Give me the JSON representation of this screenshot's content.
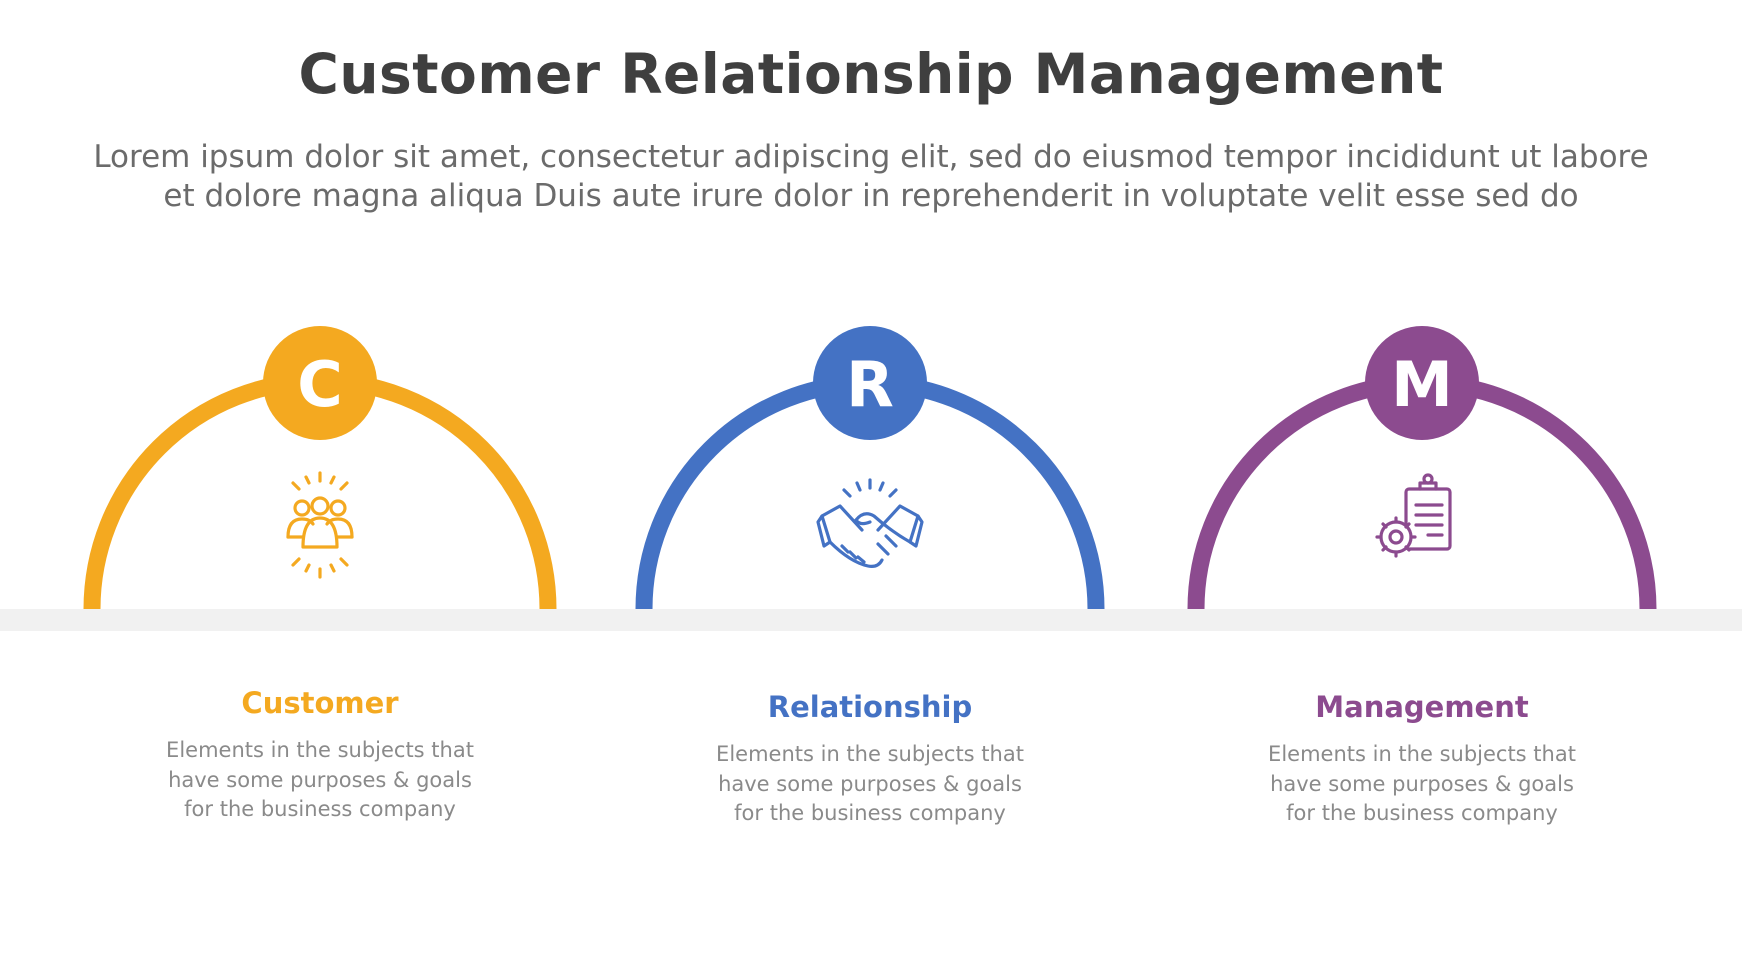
{
  "title": "Customer Relationship Management",
  "subtitle_lines": [
    "Lorem ipsum dolor sit amet, consectetur adipiscing elit, sed do eiusmod tempor incididunt ut labore",
    "et dolore magna aliqua Duis aute irure dolor in reprehenderit in voluptate velit esse sed do"
  ],
  "colors": {
    "customer": "#f4a920",
    "relationship": "#4472c4",
    "management": "#8c4b8f",
    "title": "#3f3f3f",
    "text": "#8a8a8a"
  },
  "items": [
    {
      "letter": "C",
      "label": "Customer",
      "icon": "people-group-icon",
      "description": "Elements in the subjects that\nhave  some purposes & goals\nfor the  business company"
    },
    {
      "letter": "R",
      "label": "Relationship",
      "icon": "handshake-icon",
      "description": "Elements in the subjects that\nhave  some purposes & goals\nfor the  business company"
    },
    {
      "letter": "M",
      "label": "Management",
      "icon": "clipboard-gear-icon",
      "description": "Elements in the subjects that\nhave  some purposes & goals\nfor the  business company"
    }
  ]
}
